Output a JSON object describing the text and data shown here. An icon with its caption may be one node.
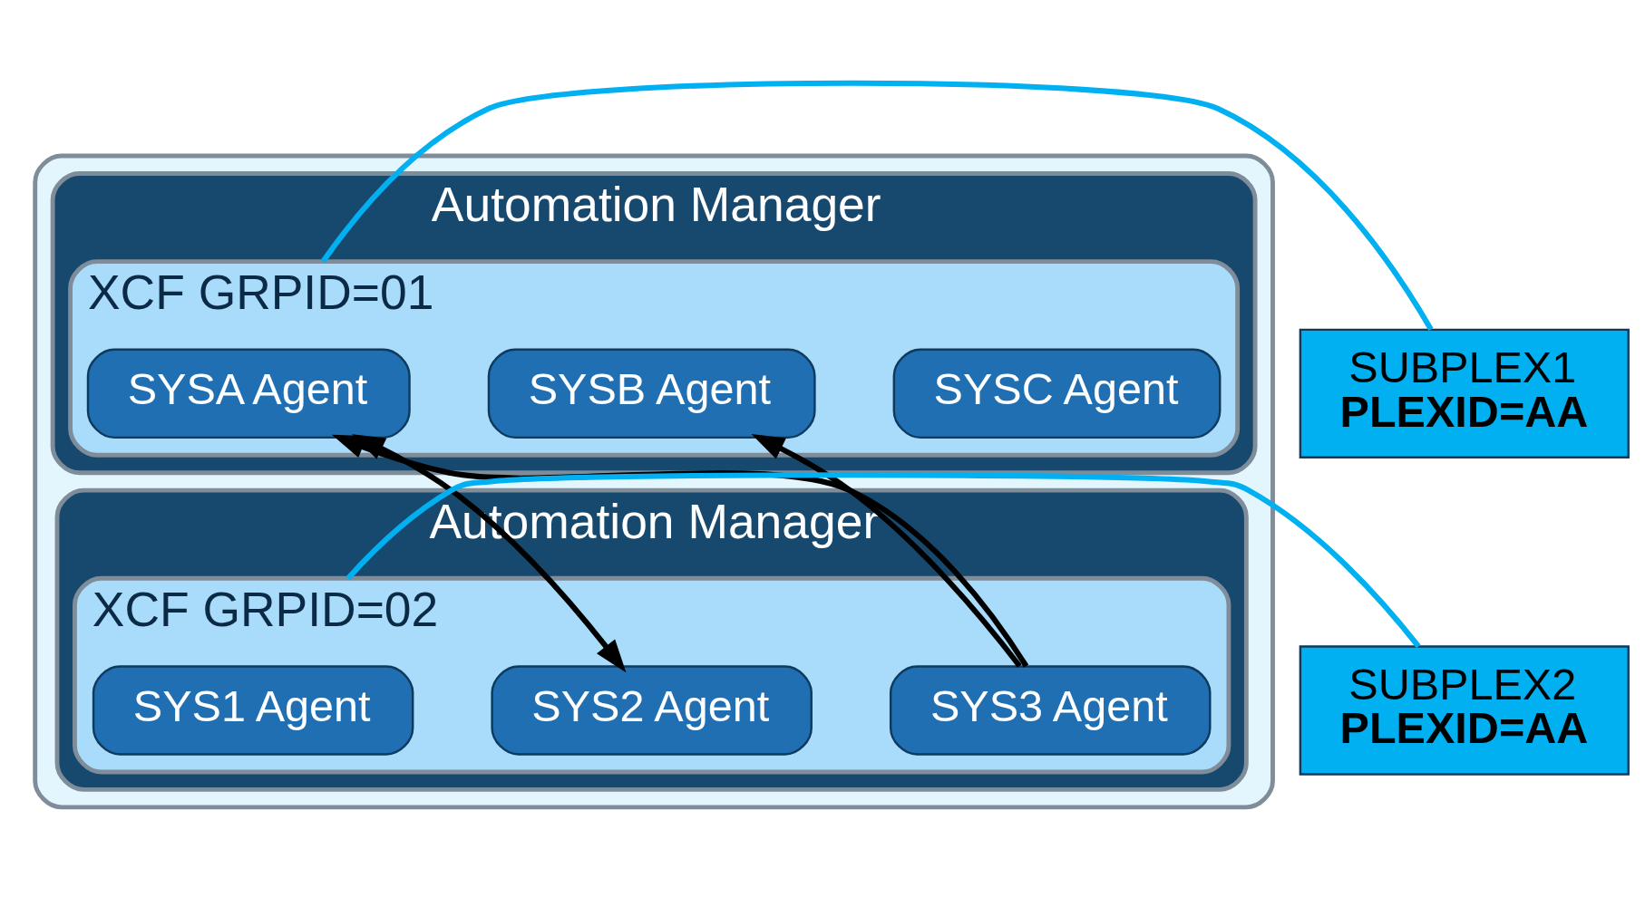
{
  "diagram": {
    "nodes": [
      {
        "text": [],
        "shape": "box"
      },
      {
        "text": [
          "Automation Manager"
        ],
        "in": 0
      },
      {
        "text": [
          "XCF GRPID=01"
        ],
        "in": 1
      },
      {
        "text": [
          "SYSA Agent"
        ],
        "in": 2
      },
      {
        "text": [
          "SYSB Agent"
        ],
        "in": 2
      },
      {
        "text": [
          "SYSC Agent"
        ],
        "in": 2
      },
      {
        "text": [
          "Automation Manager"
        ],
        "in": 0
      },
      {
        "text": [
          "XCF GRPID=02"
        ],
        "in": 6
      },
      {
        "text": [
          "SYS1 Agent"
        ],
        "in": 7
      },
      {
        "text": [
          "SYS2 Agent"
        ],
        "in": 7
      },
      {
        "text": [
          "SYS3 Agent"
        ],
        "in": 7
      },
      {
        "text": [
          "SUBPLEX1",
          "PLEXID=AA"
        ]
      },
      {
        "text": [
          "SUBPLEX2",
          "PLEXID=AA"
        ]
      }
    ],
    "edges": [
      {
        "from": 3,
        "to": 9,
        "arrow": "both"
      },
      {
        "from": 10,
        "to": 3,
        "arrow": "to"
      },
      {
        "from": 10,
        "to": 4,
        "arrow": "to"
      },
      {
        "from": 11,
        "to": 2,
        "arrow": "none",
        "color": "#00b0f0"
      },
      {
        "from": 12,
        "to": 7,
        "arrow": "none",
        "color": "#00b0f0"
      }
    ]
  }
}
